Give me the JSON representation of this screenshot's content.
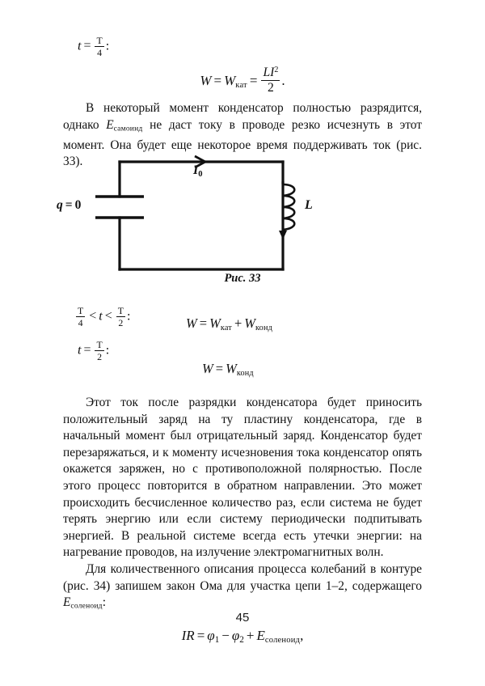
{
  "document": {
    "page_number": "45",
    "language": "ru",
    "figure_caption": "Рис. 33"
  },
  "conditions": {
    "t_quarter": {
      "var": "t",
      "relation": "=",
      "fraction_num": "T",
      "fraction_den": "4",
      "trailing": ":"
    },
    "t_range": {
      "left_num": "T",
      "left_den": "4",
      "rel1": "<",
      "var": "t",
      "rel2": "<",
      "right_num": "T",
      "right_den": "2",
      "trailing": ":"
    },
    "t_half": {
      "var": "t",
      "relation": "=",
      "fraction_num": "T",
      "fraction_den": "2",
      "trailing": ":"
    }
  },
  "equations": {
    "energy_coil": {
      "lhs": "W",
      "eq1": "=",
      "term": "W",
      "term_sub": "кат",
      "eq2": "=",
      "frac_num_L": "L",
      "frac_num_I": "I",
      "frac_num_exp": "2",
      "frac_den": "2",
      "trailing": "."
    },
    "energy_sum": {
      "lhs": "W",
      "eq": "=",
      "t1": "W",
      "t1_sub": "кат",
      "plus": "+",
      "t2": "W",
      "t2_sub": "конд"
    },
    "energy_cap": {
      "lhs": "W",
      "eq": "=",
      "t1": "W",
      "t1_sub": "конд"
    },
    "ohms_law": {
      "i": "I",
      "r": "R",
      "eq": "=",
      "phi1": "φ",
      "phi1_sub": "1",
      "minus": "−",
      "phi2": "φ",
      "phi2_sub": "2",
      "plus": "+",
      "emf": "E",
      "emf_sub": "соленоид",
      "trailing": ","
    }
  },
  "paragraphs": {
    "p1_a": "В некоторый момент конденсатор полностью разрядится, однако ",
    "p1_emf": "E",
    "p1_emf_sub": "самоинд",
    "p1_b": " не даст току в проводе резко исчезнуть в этот момент. Она будет еще некоторое время поддерживать ток (рис. 33).",
    "p2": "Этот ток после разрядки конденсатора будет приносить положительный заряд на ту пластину конденсатора, где в начальный момент был отрицательный заряд. Конденсатор будет перезаряжаться, и к моменту исчезновения тока конденсатор опять окажется заряжен, но с противоположной полярностью. После этого процесс повторится в обратном направлении. Это может происходить бесчисленное количество раз, если система не будет терять энергию или если систему периодически подпитывать энергией. В реальной системе всегда есть утечки энергии: на нагревание проводов, на излучение электромагнитных волн.",
    "p3_a": "Для количественного описания процесса колебаний в контуре (рис. 34) запишем закон Ома для участка цепи 1–2, содержащего ",
    "p3_emf": "E",
    "p3_emf_sub": "соленоид",
    "p3_b": ":"
  },
  "figure": {
    "current_label": "I",
    "current_sub": "0",
    "charge_label_q": "q",
    "charge_label_eq": "=",
    "charge_label_val": "0",
    "inductor_label": "L",
    "stroke_color": "#111111"
  }
}
